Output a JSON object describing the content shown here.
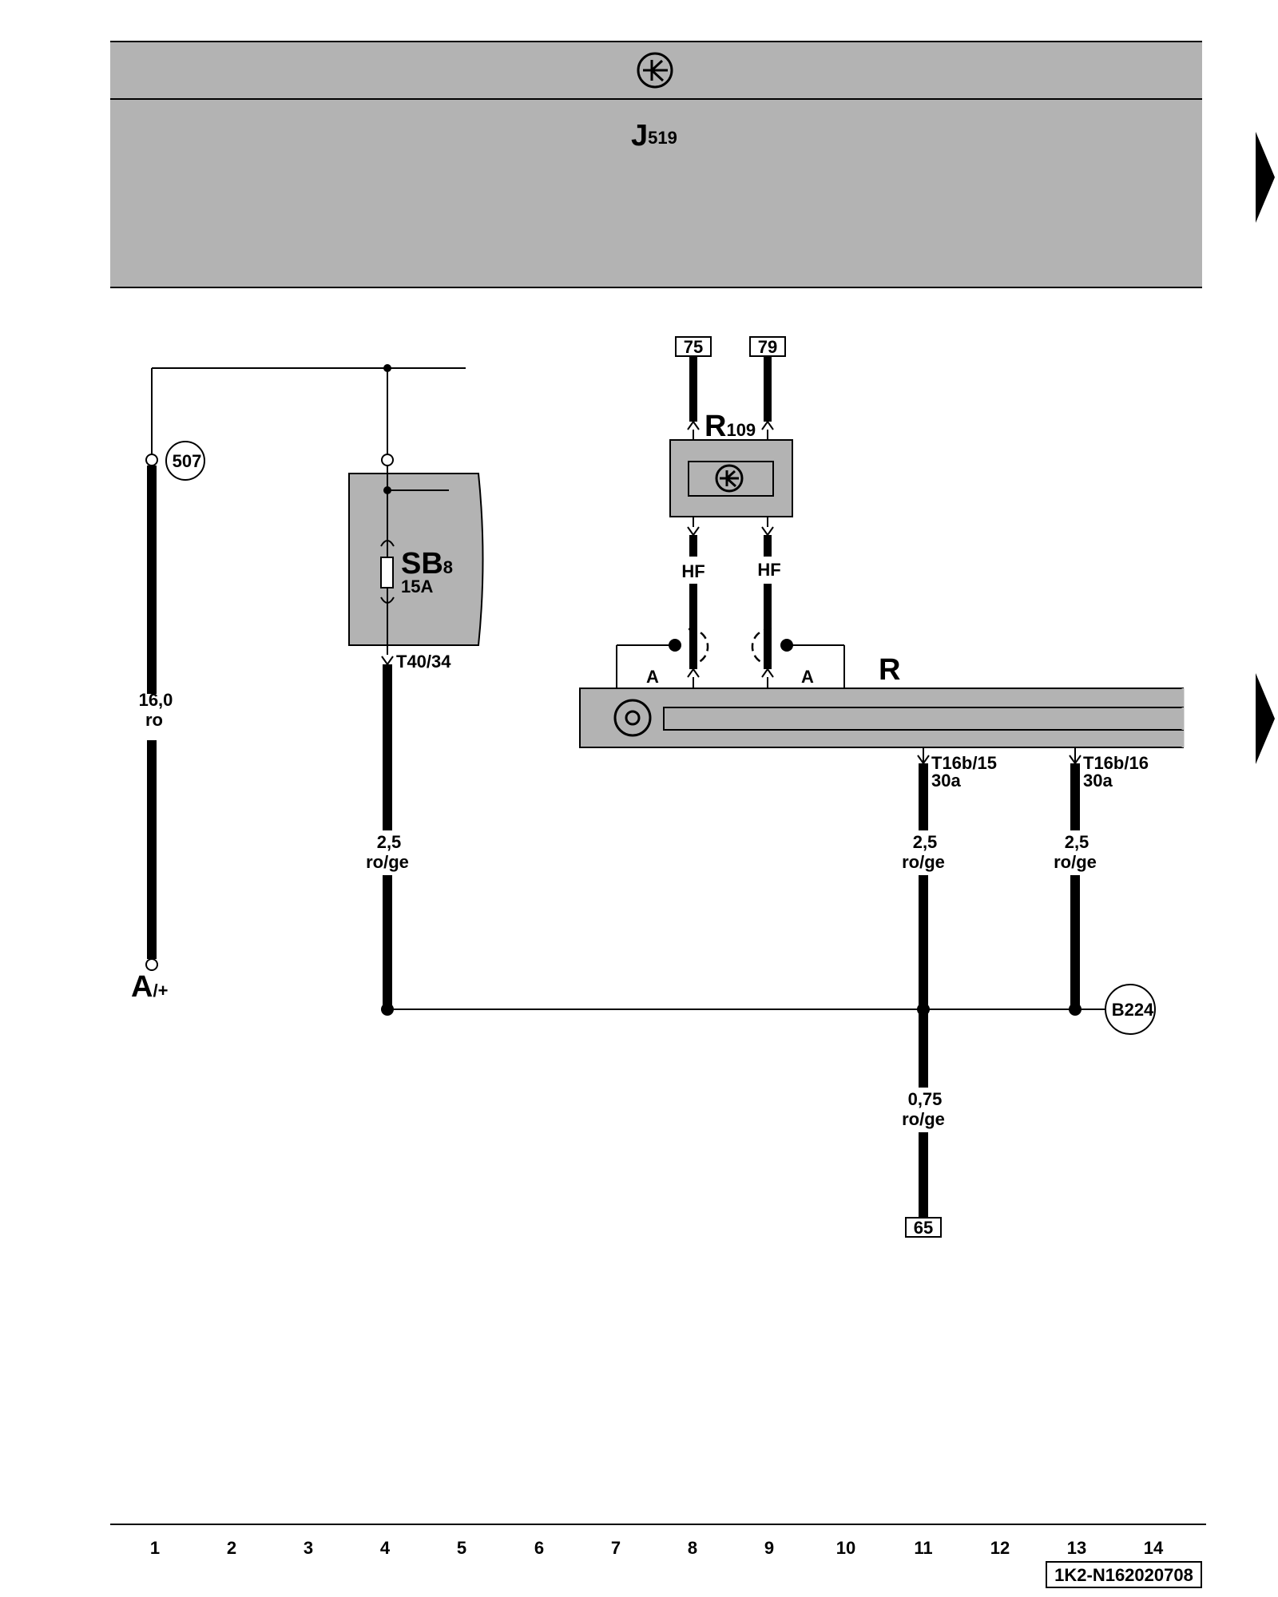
{
  "header": {
    "control_unit_symbol": "transistor-icon",
    "control_unit_name": "J",
    "control_unit_index": "519"
  },
  "components": {
    "fuse": {
      "name": "SB",
      "index": "8",
      "rating": "15A",
      "terminal": "T40/34"
    },
    "radio_unit": {
      "name": "R",
      "index": "109",
      "symbol": "transistor-icon"
    },
    "radio": {
      "name": "R"
    },
    "battery": {
      "name": "A",
      "index": "/+"
    }
  },
  "references": {
    "top_left": "75",
    "top_right": "79",
    "bottom": "65",
    "connection_507": "507",
    "connection_b224": "B224"
  },
  "antenna": {
    "left_signal": "HF",
    "right_signal": "HF",
    "left_shield": "A",
    "right_shield": "A"
  },
  "radio_terminals": [
    {
      "pin": "T16b/15",
      "terminal": "30a"
    },
    {
      "pin": "T16b/16",
      "terminal": "30a"
    }
  ],
  "wires": {
    "battery_wire": {
      "size": "16,0",
      "color": "ro"
    },
    "fuse_wire": {
      "size": "2,5",
      "color": "ro/ge"
    },
    "radio_wire_1": {
      "size": "2,5",
      "color": "ro/ge"
    },
    "radio_wire_2": {
      "size": "2,5",
      "color": "ro/ge"
    },
    "ground_wire": {
      "size": "0,75",
      "color": "ro/ge"
    }
  },
  "current_track_numbers": [
    "1",
    "2",
    "3",
    "4",
    "5",
    "6",
    "7",
    "8",
    "9",
    "10",
    "11",
    "12",
    "13",
    "14"
  ],
  "diagram_code": "1K2-N162020708",
  "colors": {
    "housing_fill": "#b3b3b3",
    "line": "#000000"
  }
}
